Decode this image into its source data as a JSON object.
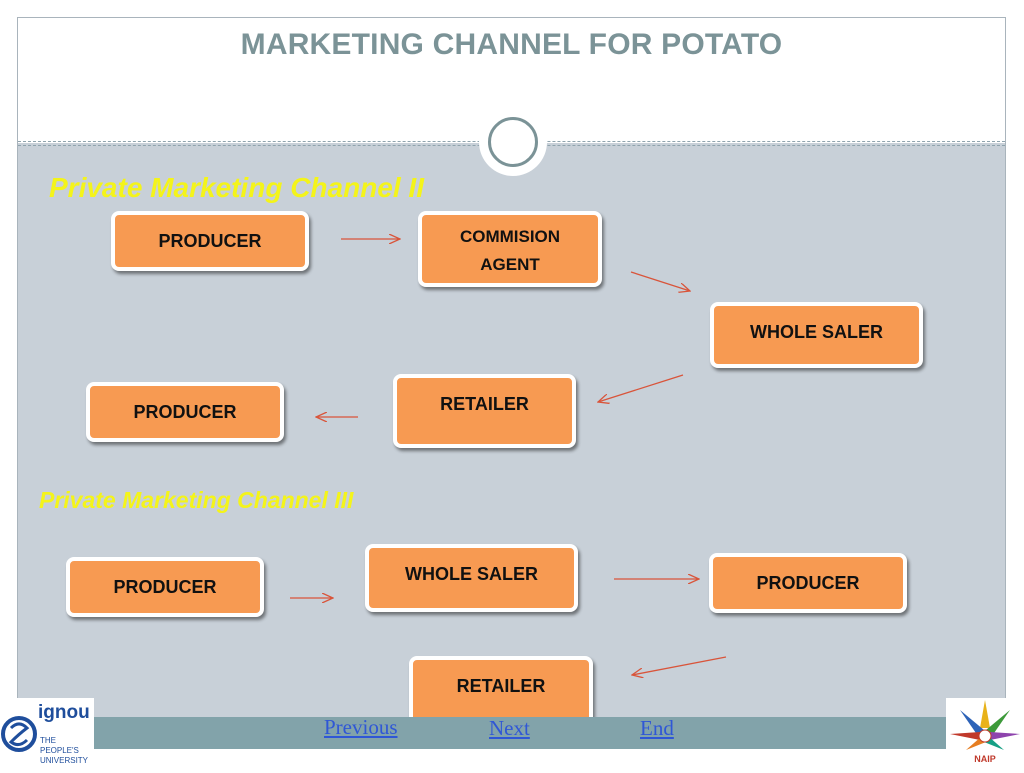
{
  "title": "MARKETING CHANNEL FOR POTATO",
  "channel2": {
    "heading": "Private Marketing Channel II",
    "producer_1": "PRODUCER",
    "commission_agent_line1": "COMMISION",
    "commission_agent_line2": "AGENT",
    "whole_saler": "WHOLE SALER",
    "retailer": "RETAILER",
    "producer_2": "PRODUCER"
  },
  "channel3": {
    "heading": "Private Marketing Channel III",
    "producer_1": "PRODUCER",
    "whole_saler": "WHOLE SALER",
    "producer_2": "PRODUCER",
    "retailer": "RETAILER"
  },
  "nav": {
    "previous": "Previous",
    "next": "Next",
    "end": "End"
  },
  "logos": {
    "left_name": "ignou",
    "left_line1": "THE PEOPLE'S",
    "left_line2": "UNIVERSITY",
    "right_name": "NAIP"
  },
  "colors": {
    "node_fill": "#f79a52",
    "heading_yellow": "#f4f41a",
    "title_color": "#7b9397",
    "arrow_color": "#d9543a",
    "link_color": "#2f57d6"
  }
}
